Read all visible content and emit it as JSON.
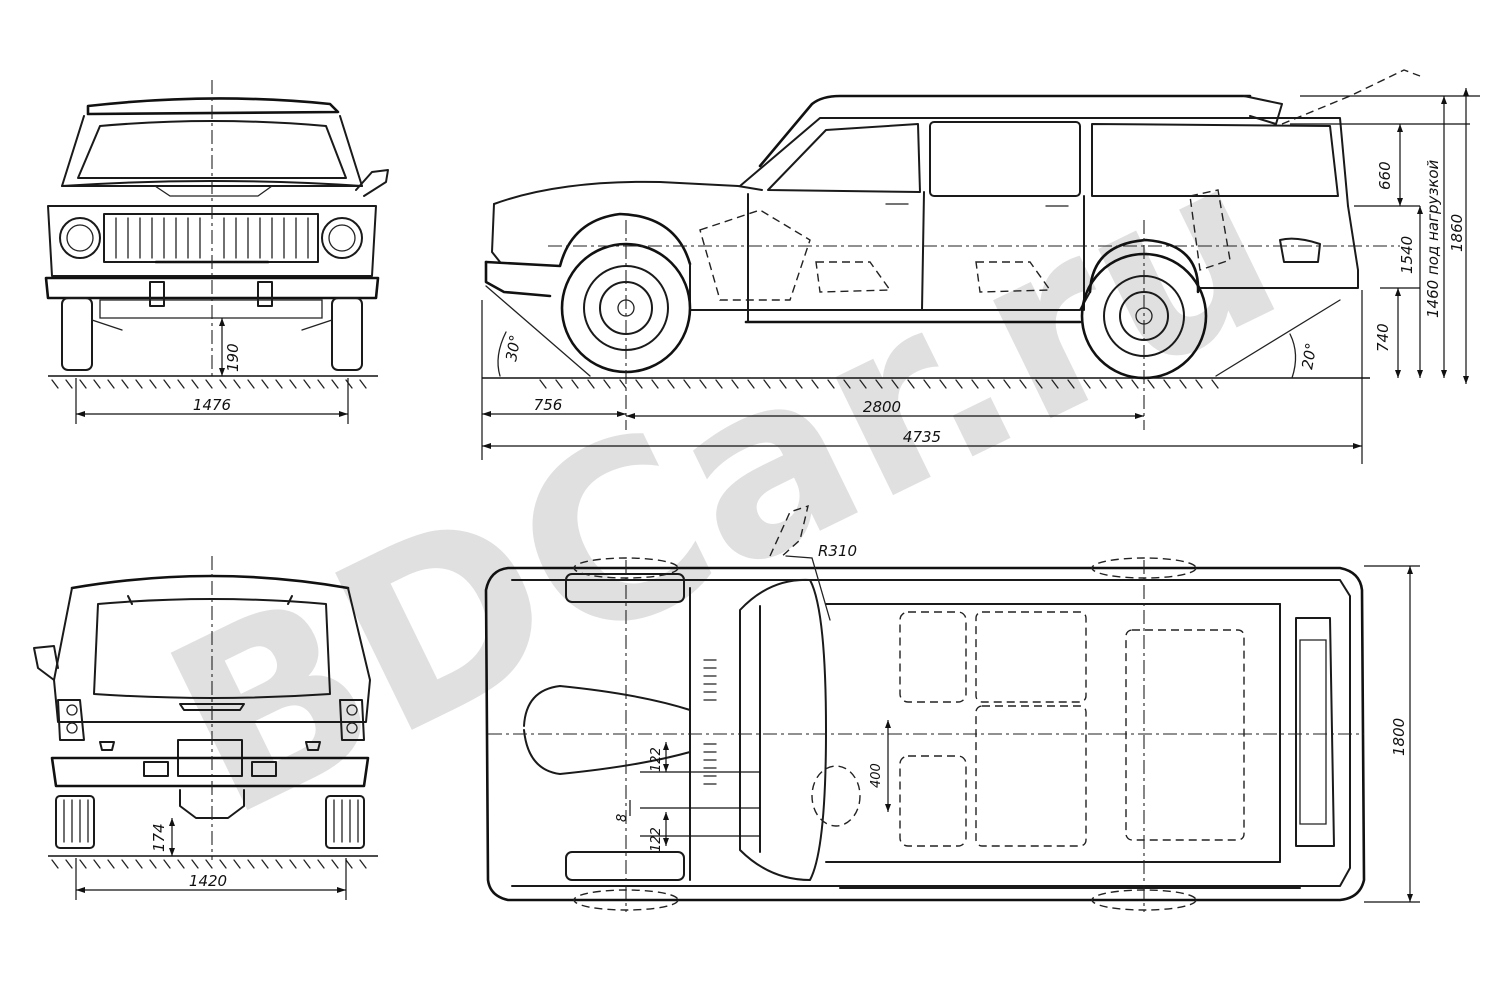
{
  "watermark": "BDCar.ru",
  "views": {
    "front": {
      "dimensions": {
        "track_width": "1476",
        "ground_clearance": "190"
      }
    },
    "side": {
      "dimensions": {
        "front_overhang": "756",
        "wheelbase": "2800",
        "overall_length": "4735",
        "approach_angle": "30°",
        "departure_angle": "20°",
        "window_height": "660",
        "body_height": "1540",
        "sill_height": "740",
        "loaded_height": "1460 под нагрузкой",
        "overall_height": "1860"
      }
    },
    "rear": {
      "dimensions": {
        "track_width": "1420",
        "ground_clearance": "174"
      }
    },
    "top": {
      "dimensions": {
        "overall_width": "1800",
        "turning_radius": "R310",
        "seat_offset": "400",
        "offset_a": "122",
        "offset_b": "8",
        "offset_c": "122"
      }
    }
  }
}
